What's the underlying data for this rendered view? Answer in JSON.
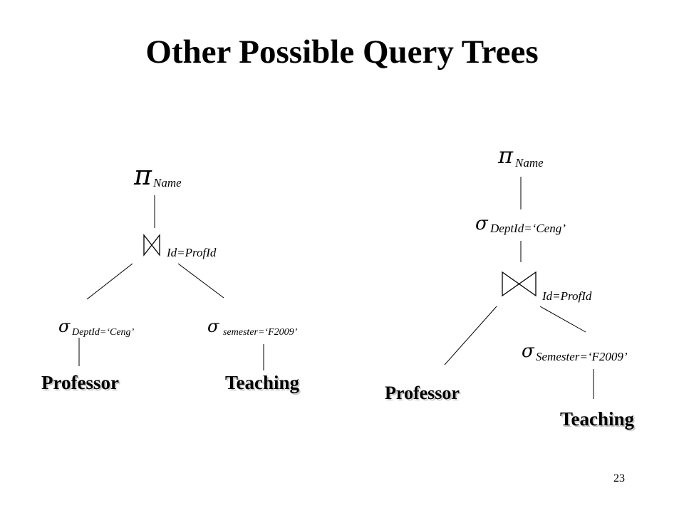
{
  "title": "Other Possible Query Trees",
  "page_number": "23",
  "tree_left": {
    "project_symbol": "π",
    "project_attr": "Name",
    "join_condition": "Id=ProfId",
    "select_left_symbol": "σ",
    "select_left_condition": "DeptId=‘Ceng’",
    "select_right_symbol": "σ",
    "select_right_condition": "semester=‘F2009’",
    "relation_left": "Professor",
    "relation_right": "Teaching"
  },
  "tree_right": {
    "project_symbol": "π",
    "project_attr": "Name",
    "select_top_symbol": "σ",
    "select_top_condition": "DeptId=‘Ceng’",
    "join_condition": "Id=ProfId",
    "relation_left": "Professor",
    "select_right_symbol": "σ",
    "select_right_condition": "Semester=‘F2009’",
    "relation_right": "Teaching"
  }
}
